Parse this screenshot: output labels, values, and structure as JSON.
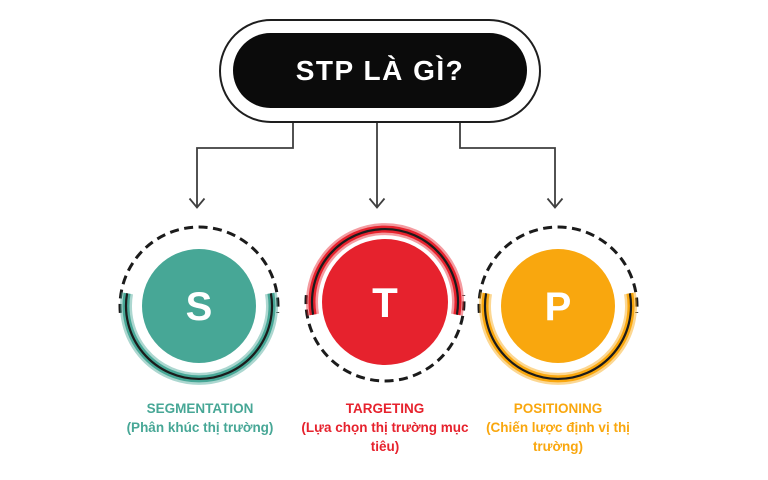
{
  "title": {
    "text": "STP LÀ GÌ?"
  },
  "colors": {
    "teal": "#47A796",
    "red": "#E6222D",
    "orange": "#F9A70E",
    "pill_background": "#0B0B0B",
    "pill_text": "#FFFFFF",
    "connector": "#3F3F3F",
    "dashed_ring": "#1B1B1B"
  },
  "items": [
    {
      "letter": "S",
      "name": "SEGMENTATION",
      "subtitle": "(Phân khúc thị trường)",
      "color": "#47A796",
      "ring_style": "dashed-top-solid-bottom"
    },
    {
      "letter": "T",
      "name": "TARGETING",
      "subtitle": "(Lựa chọn thị trường mục tiêu)",
      "color": "#E6222D",
      "ring_style": "solid-top-dashed-bottom"
    },
    {
      "letter": "P",
      "name": "POSITIONING",
      "subtitle": "(Chiến lược định vị thị trường)",
      "color": "#F9A70E",
      "ring_style": "dashed-top-solid-bottom"
    }
  ]
}
